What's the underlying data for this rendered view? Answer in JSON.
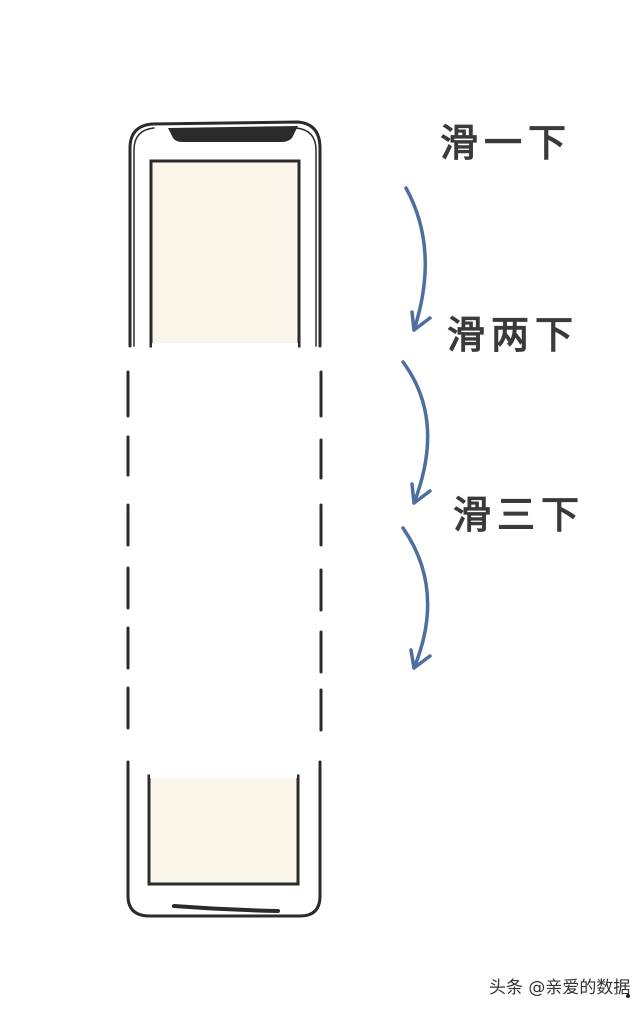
{
  "steps": [
    {
      "label": "滑一下"
    },
    {
      "label": "滑两下"
    },
    {
      "label": "滑三下"
    }
  ],
  "watermark": {
    "text": "头条 @亲爱的数据"
  },
  "colors": {
    "outline": "#2b2b2b",
    "screen_fill": "#fbf6ea",
    "arrow": "#4d6e9e",
    "text": "#3a3a3a"
  },
  "icons": {
    "phone": "phone-outline-icon",
    "arrow": "curved-down-arrow-icon"
  }
}
